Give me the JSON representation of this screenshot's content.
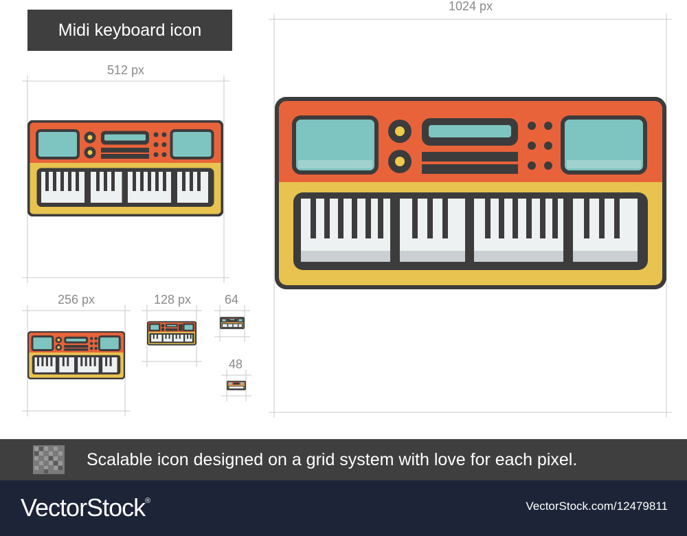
{
  "header": {
    "title": "Midi keyboard icon"
  },
  "size_labels": {
    "s1024": "1024 px",
    "s512": "512 px",
    "s256": "256 px",
    "s128": "128 px",
    "s64": "64",
    "s48": "48"
  },
  "footer": {
    "tagline": "Scalable icon designed on a grid system with love for each pixel.",
    "grid_icon": "pixel-grid-icon"
  },
  "brand": {
    "logo": "VectorStock",
    "logo_mark": "®",
    "url": "VectorStock.com/12479811"
  },
  "colors": {
    "outline": "#3c3c3c",
    "body_orange": "#e9633a",
    "body_yellow": "#e8c34f",
    "screen_teal": "#7ec4c0",
    "knob_yellow": "#f1c94b",
    "white_key": "#eef1f2",
    "key_shadow": "#c9cfd2",
    "header_bg": "#3f3f3f",
    "brand_bg": "#1d2437"
  }
}
